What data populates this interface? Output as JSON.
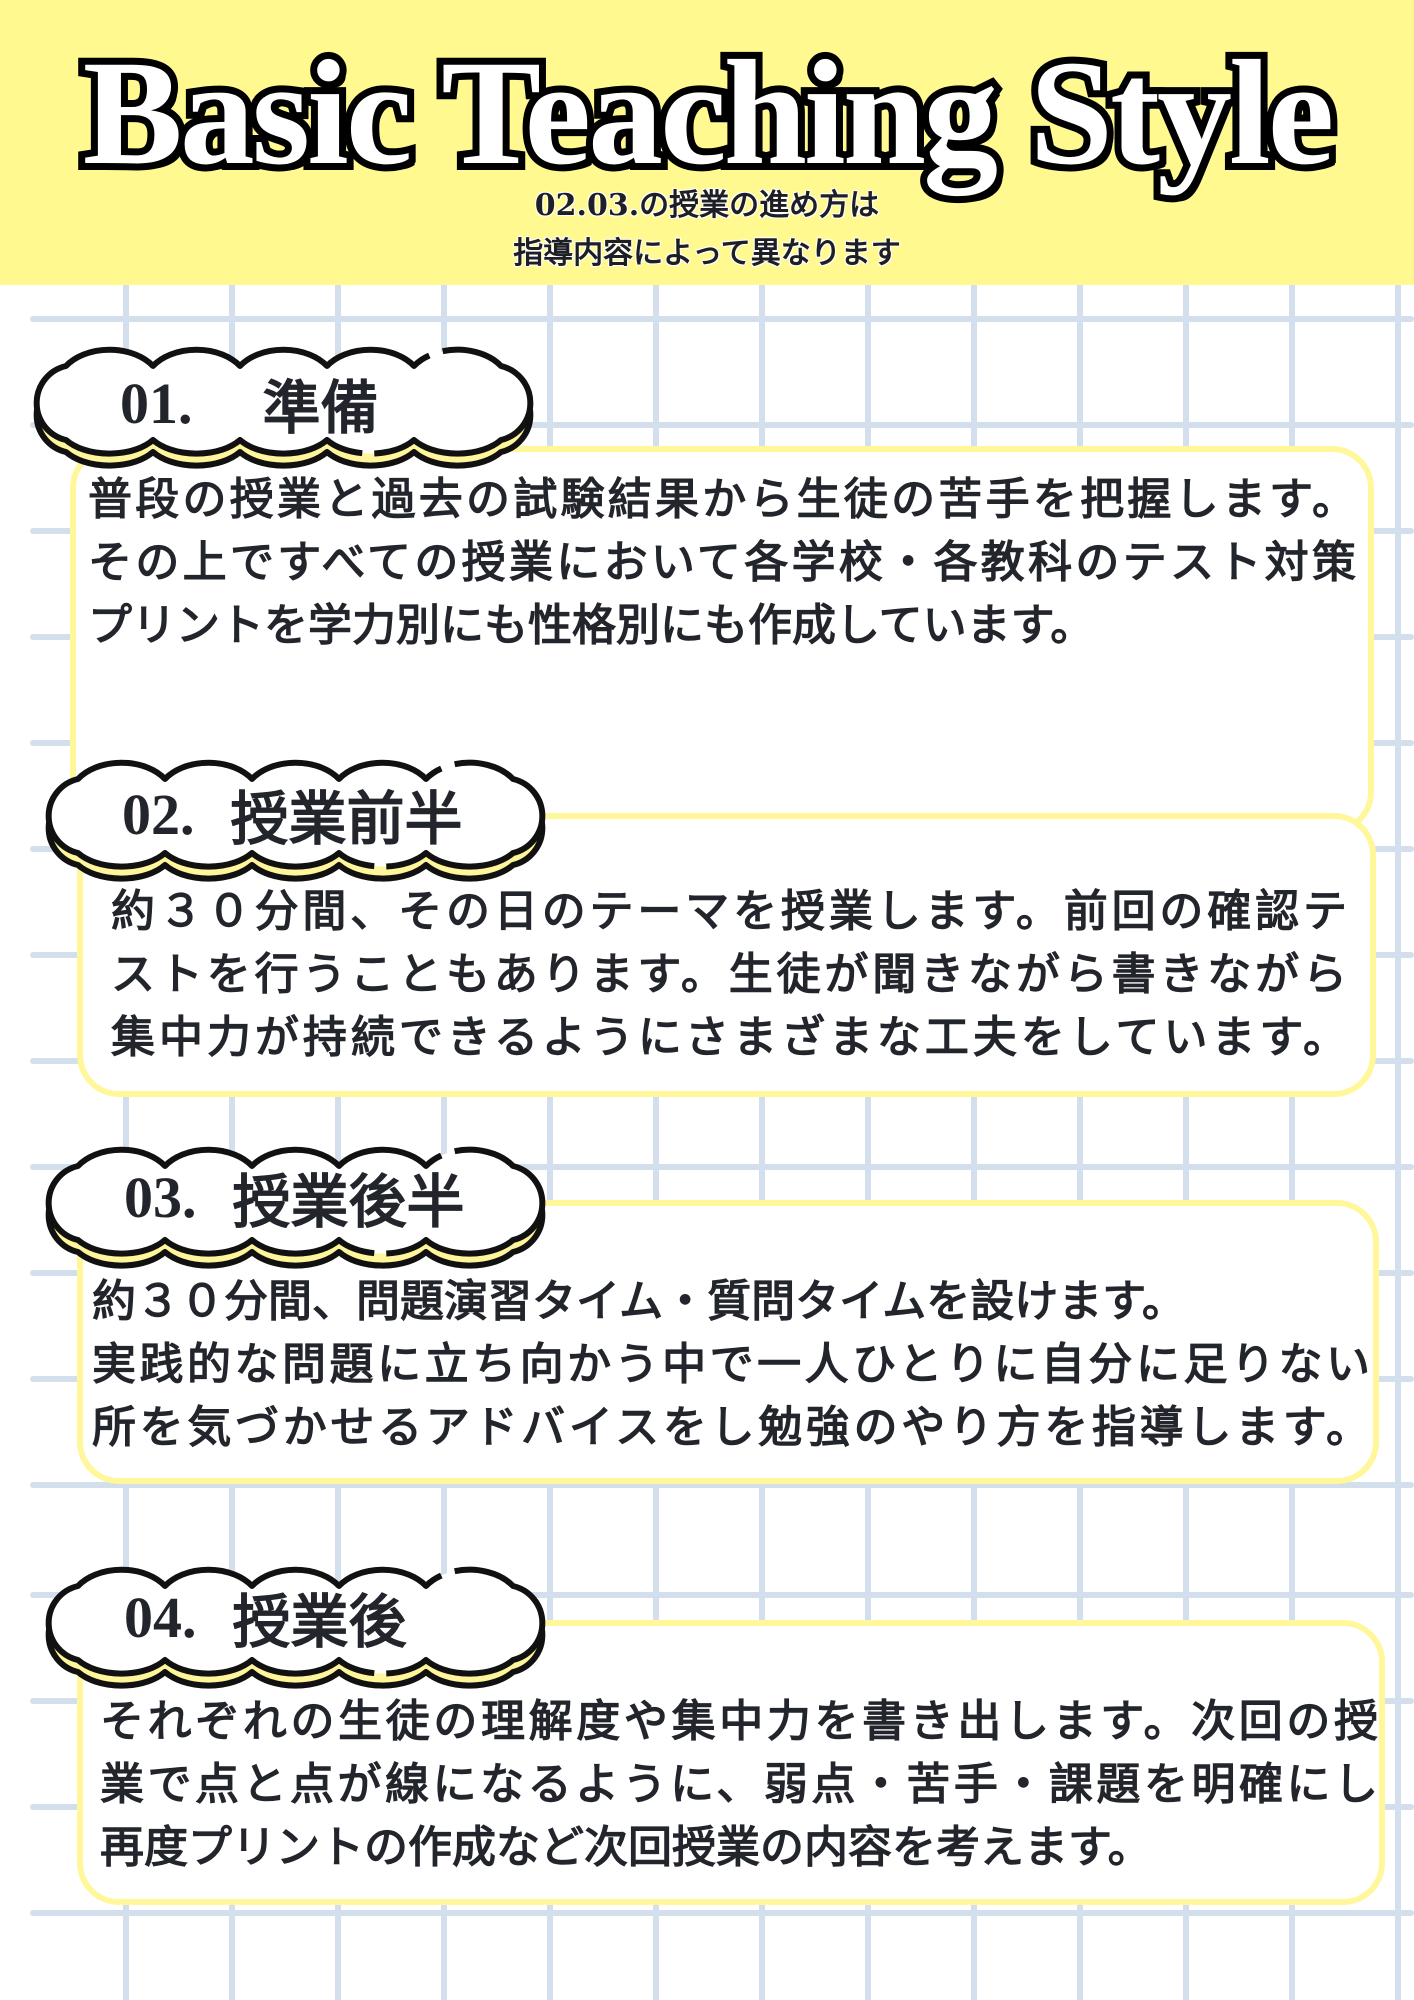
{
  "header": {
    "title": "Basic Teaching Style",
    "subtitle_lines": [
      "02.03.の授業の進め方は",
      "指導内容によって異なります"
    ],
    "background_color": "#FFF98F"
  },
  "colors": {
    "header_yellow": "#FFF98F",
    "card_border_yellow": "#FFF79A",
    "grid_line": "#D3DFEC",
    "text_dark": "#22252B"
  },
  "sections": [
    {
      "number": "01.",
      "title": "準備",
      "lines": [
        "普段の授業と過去の試験結果から生徒の苦手を把握します。",
        "その上ですべての授業において各学校・各教科のテスト対策",
        "プリントを学力別にも性格別にも作成しています。"
      ]
    },
    {
      "number": "02.",
      "title": "授業前半",
      "lines": [
        "約３０分間、その日のテーマを授業します。前回の確認テ",
        "ストを行うこともあります。生徒が聞きながら書きながら",
        "集中力が持続できるようにさまざまな工夫をしています。"
      ]
    },
    {
      "number": "03.",
      "title": "授業後半",
      "lines": [
        "約３０分間、問題演習タイム・質問タイムを設けます。",
        "実践的な問題に立ち向かう中で一人ひとりに自分に足りない",
        "所を気づかせるアドバイスをし勉強のやり方を指導します。"
      ]
    },
    {
      "number": "04.",
      "title": "授業後",
      "lines": [
        "それぞれの生徒の理解度や集中力を書き出します。次回の授",
        "業で点と点が線になるように、弱点・苦手・課題を明確にし",
        "再度プリントの作成など次回授業の内容を考えます。"
      ]
    }
  ]
}
